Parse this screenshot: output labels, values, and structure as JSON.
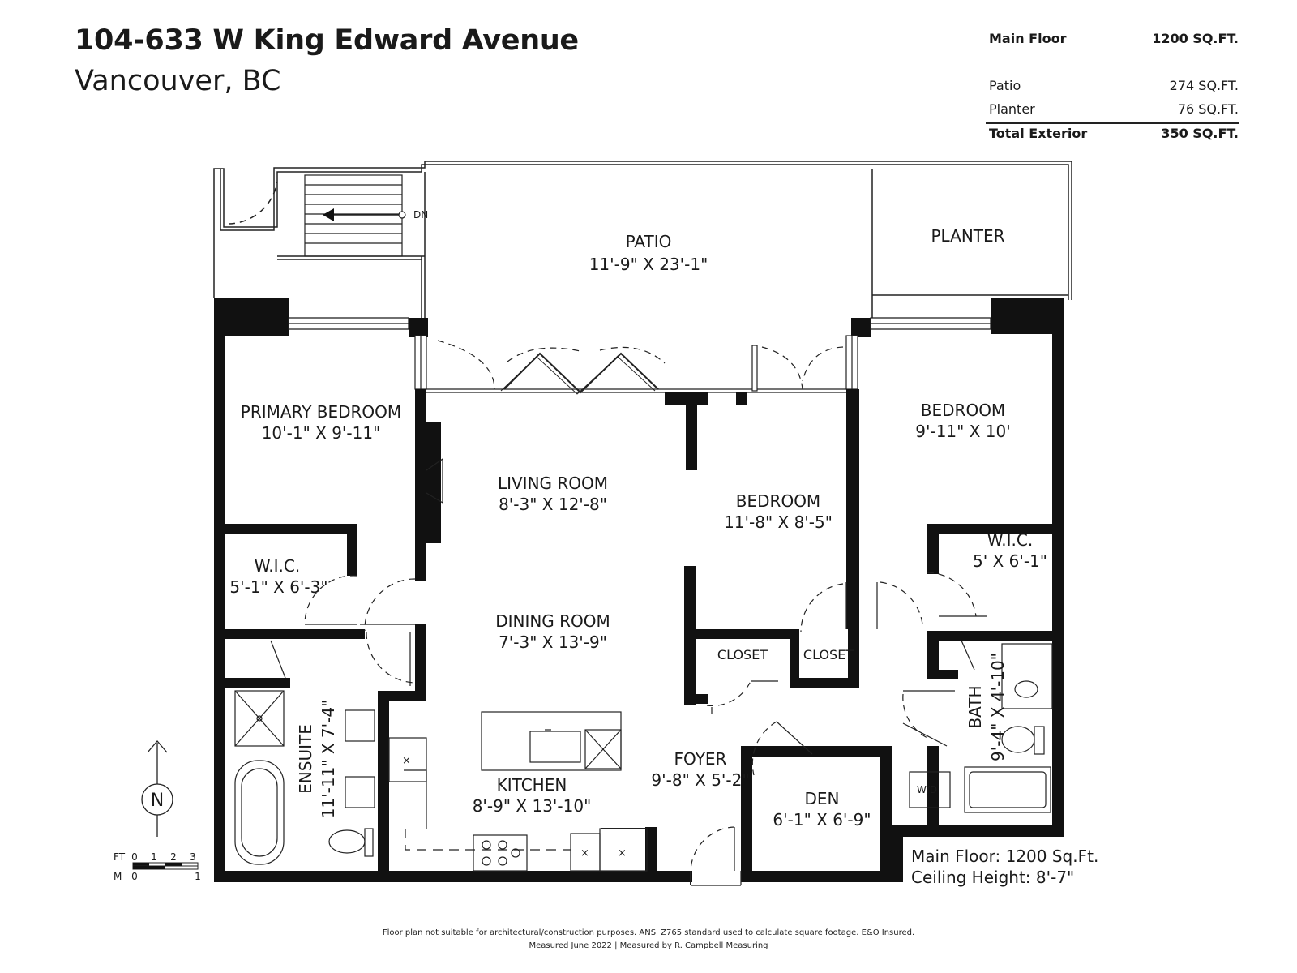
{
  "header": {
    "address": "104-633 W King Edward Avenue",
    "city": "Vancouver, BC"
  },
  "areas": {
    "main_floor_label": "Main Floor",
    "main_floor_value": "1200 SQ.FT.",
    "patio_label": "Patio",
    "patio_value": "274 SQ.FT.",
    "planter_label": "Planter",
    "planter_value": "76 SQ.FT.",
    "total_label": "Total Exterior",
    "total_value": "350 SQ.FT."
  },
  "rooms": {
    "patio_name": "PATIO",
    "patio_dim": "11'-9\" X 23'-1\"",
    "planter_name": "PLANTER",
    "primary_name": "PRIMARY BEDROOM",
    "primary_dim": "10'-1\" X 9'-11\"",
    "living_name": "LIVING ROOM",
    "living_dim": "8'-3\" X 12'-8\"",
    "bed_mid_name": "BEDROOM",
    "bed_mid_dim": "11'-8\" X 8'-5\"",
    "bed_right_name": "BEDROOM",
    "bed_right_dim": "9'-11\" X 10'",
    "wic_left_name": "W.I.C.",
    "wic_left_dim": "5'-1\" X 6'-3\"",
    "wic_right_name": "W.I.C.",
    "wic_right_dim": "5' X 6'-1\"",
    "dining_name": "DINING ROOM",
    "dining_dim": "7'-3\" X 13'-9\"",
    "closet1": "CLOSET",
    "closet2": "CLOSET",
    "ensuite_name": "ENSUITE",
    "ensuite_dim": "11'-11\" X 7'-4\"",
    "bath_name": "BATH",
    "bath_dim": "9'-4\" X 4'-10\"",
    "kitchen_name": "KITCHEN",
    "kitchen_dim": "8'-9\" X 13'-10\"",
    "foyer_name": "FOYER",
    "foyer_dim": "9'-8\" X 5'-2\"",
    "den_name": "DEN",
    "den_dim": "6'-1\" X 6'-9\"",
    "wd_label": "W/D",
    "stairs_label": "DN"
  },
  "legend": {
    "north": "N",
    "ft_label": "FT",
    "m_label": "M",
    "ft_ticks": [
      "0",
      "1",
      "2",
      "3"
    ],
    "m_ticks": [
      "0",
      "1"
    ]
  },
  "notes": {
    "main_floor": "Main Floor: 1200 Sq.Ft.",
    "ceiling": "Ceiling Height: 8'-7\""
  },
  "footer": {
    "line1": "Floor plan not suitable for architectural/construction purposes. ANSI Z765 standard used to calculate square footage. E&O Insured.",
    "line2": "Measured June 2022 | Measured by R. Campbell Measuring"
  }
}
